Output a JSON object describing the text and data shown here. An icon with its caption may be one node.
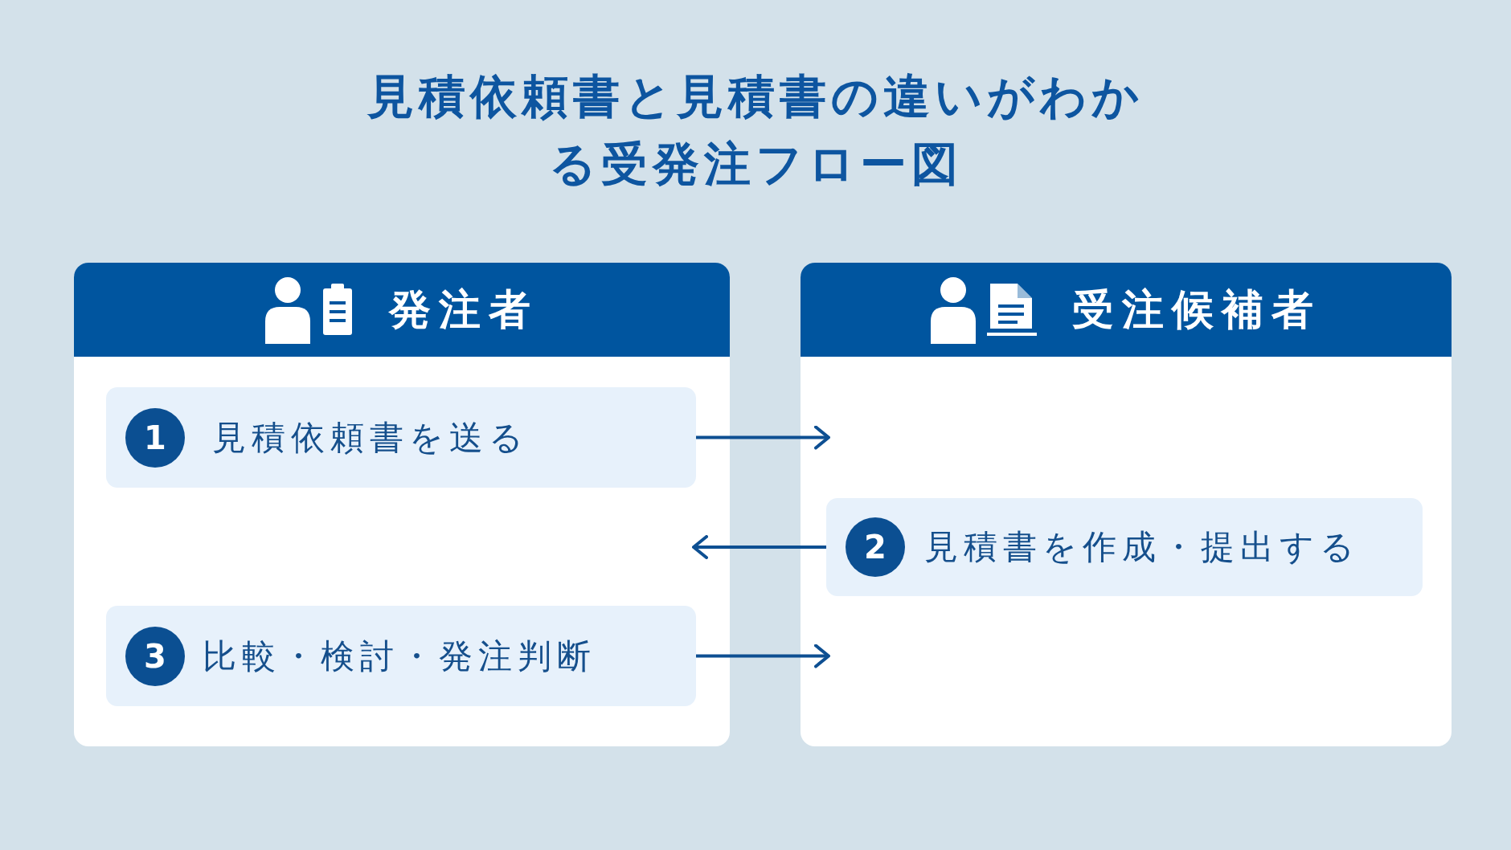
{
  "diagram": {
    "title": "見積依頼書と見積書の違いがわかる受発注フロー図",
    "nodes": [
      {
        "text": [
          "発注者"
        ]
      },
      {
        "text": [
          "受注候補者"
        ]
      },
      {
        "text": [
          "1",
          "見積依頼書を送る"
        ],
        "in": 0
      },
      {
        "text": [
          "2",
          "見積書を作成・提出する"
        ],
        "in": 1
      },
      {
        "text": [
          "3",
          "比較・検討・発注判断"
        ],
        "in": 0
      }
    ],
    "edges": [
      {
        "from": 2,
        "to": 1,
        "arrow": "to"
      },
      {
        "from": 3,
        "to": 0,
        "arrow": "to"
      },
      {
        "from": 4,
        "to": 1,
        "arrow": "to"
      }
    ]
  }
}
